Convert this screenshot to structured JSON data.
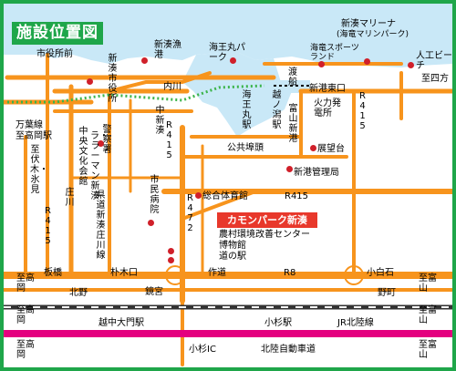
{
  "title": "施設位置図",
  "colors": {
    "frame": "#1fa64a",
    "road": "#f7941d",
    "water": "#c9e8f7",
    "railway": "#333333",
    "tram": "#3cb44b",
    "expressway": "#e4007f",
    "facility": "#d0202a",
    "highlight": "#e8382b"
  },
  "highlight": {
    "label": "カモンパーク新湊",
    "facilities": [
      "農村環境改善センター",
      "博物館",
      "道の駅"
    ]
  },
  "facilities": {
    "city_hall_mae": "市役所前",
    "shinminato_city_hall": "新湊市役所",
    "shinminato_fishing_port": "新湊漁港",
    "kaiomaru_park": "海王丸パーク",
    "marina": "新湊マリーナ",
    "marina_sub": "(海竜マリンパーク)",
    "kairyu_sportsland": "海竜スポーツランド",
    "artificial_beach": "人工ビーチ",
    "kaiomaru_stn": "海王丸駅",
    "koshinokata_stn": "越ノ潟駅",
    "toyama_shinko": "富山新港",
    "shinko_east": "新港東口",
    "power_plant": "火力発電所",
    "ferry": "渡船",
    "public_pier": "公共埠頭",
    "observatory": "展望台",
    "port_office": "新港管理局",
    "culture_hall": "中央文化会館",
    "police": "警察署",
    "lagoon_shinminato": "ラ・ラーマン新湊",
    "hospital": "市民病院",
    "gym": "総合体育館",
    "prefectural_river": "県道新湊庄川線",
    "manyo_line": "万葉線",
    "manyo_line_sub": "至高岡駅",
    "uchikawa": "内川",
    "shoko_river": "庄川",
    "naka_shinminato": "中新湊"
  },
  "roads": {
    "r415_east": "R415",
    "r415_center": "R415",
    "r415_west": "R415",
    "r415_mid": "R415",
    "r472": "R472",
    "r8": "R8",
    "to_fushiki": "至伏木・氷見",
    "to_shiko": "至四方",
    "to_takaoka_1": "至高岡",
    "to_takaoka_2": "至高岡",
    "to_takaoka_3": "至高岡",
    "to_toyama_1": "至富山",
    "to_toyama_2": "至富山",
    "to_toyama_3": "至富山"
  },
  "places": {
    "itabashi": "板橋",
    "bokukiguchi": "朴木口",
    "sakuzo": "作道",
    "koshirakashi": "小白石",
    "kitano": "北野",
    "kagamimiya": "鏡宮",
    "noda": "野町"
  },
  "stations": {
    "etchunakagawa": "越中大門駅",
    "kosugi": "小杉駅",
    "jr_kosugi": "JR北陸線"
  },
  "expressway": {
    "ic": "小杉IC",
    "name": "北陸自動車道"
  }
}
